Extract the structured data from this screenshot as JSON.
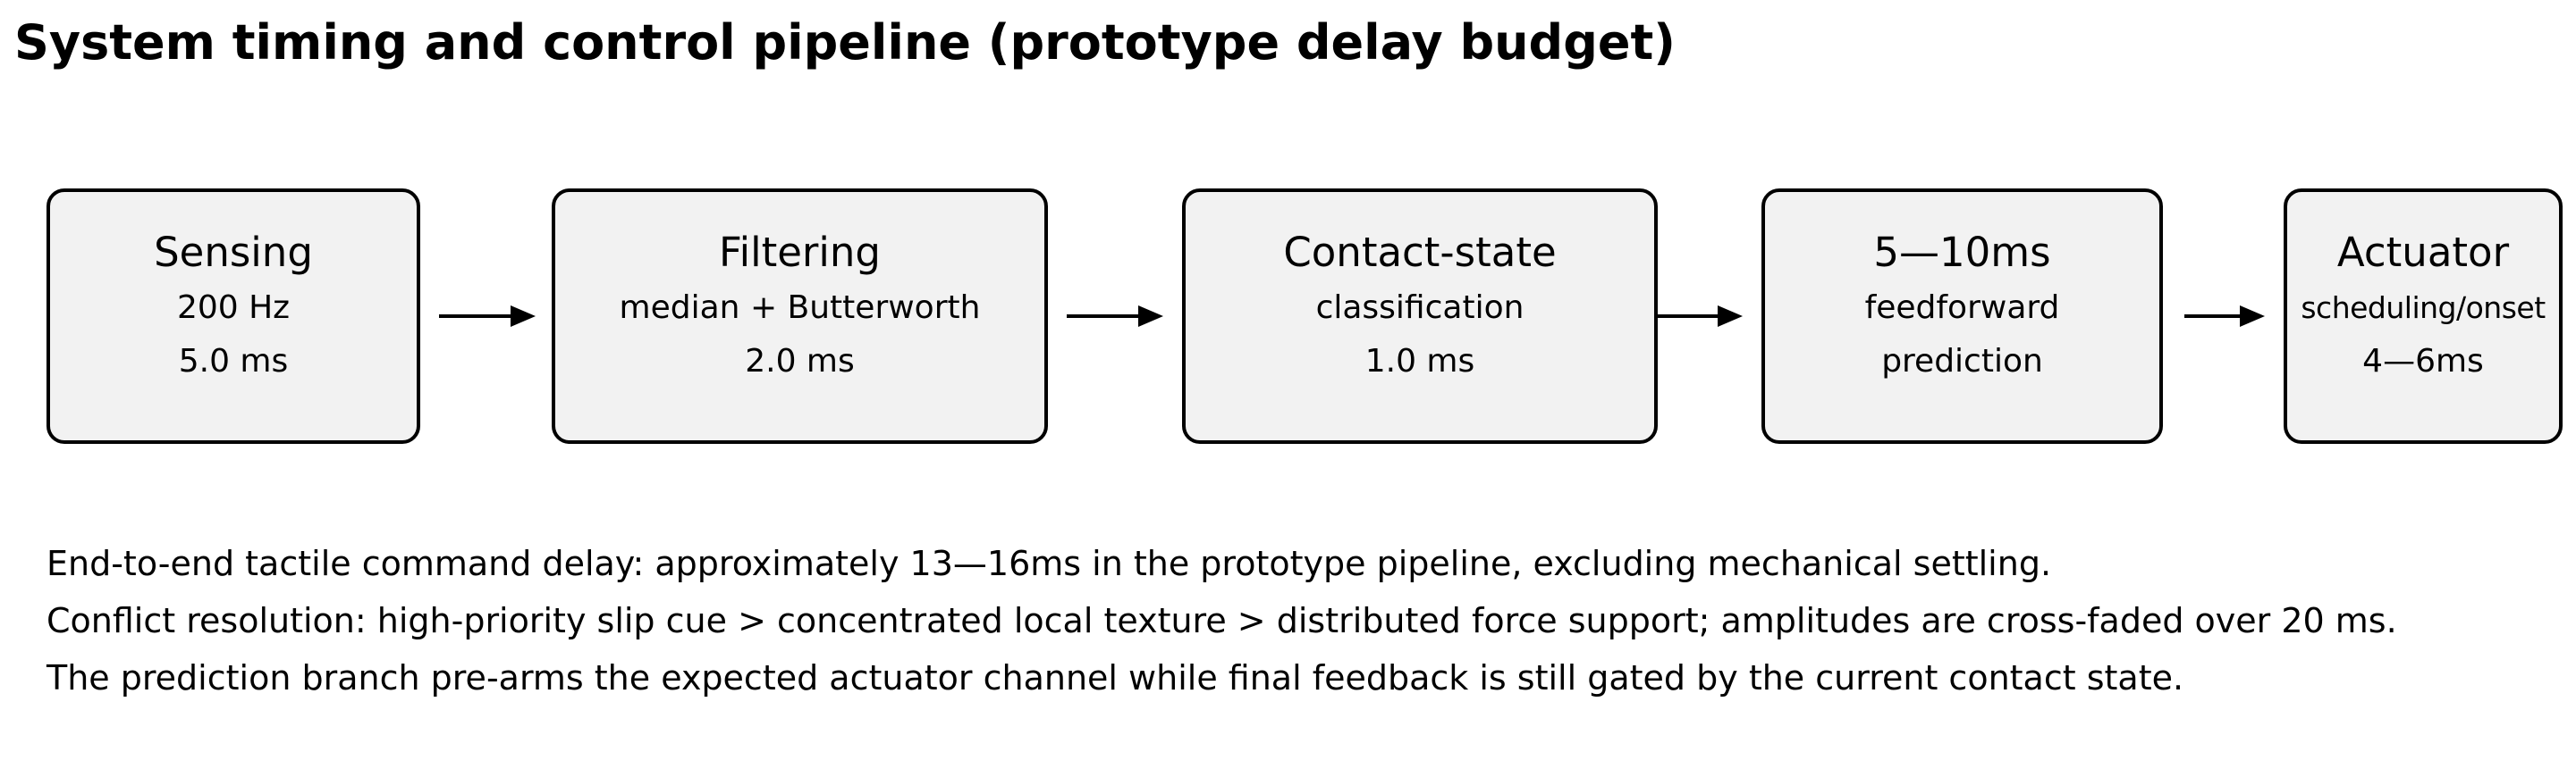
{
  "title": "System timing and control pipeline (prototype delay budget)",
  "stages": [
    {
      "name": "Sensing",
      "detail": "200 Hz",
      "timing": "5.0 ms"
    },
    {
      "name": "Filtering",
      "detail": "median + Butterworth",
      "timing": "2.0 ms"
    },
    {
      "name": "Contact-state",
      "detail": "classification",
      "timing": "1.0 ms"
    },
    {
      "name": "5—10ms",
      "detail": "feedforward",
      "timing": "prediction"
    },
    {
      "name": "Actuator",
      "detail": "scheduling/onset",
      "timing": "4—6ms"
    }
  ],
  "notes": [
    "End-to-end tactile command delay: approximately 13—16ms in the prototype pipeline, excluding mechanical settling.",
    "Conflict resolution: high-priority slip cue > concentrated local texture > distributed force support; amplitudes are cross-faded over 20 ms.",
    "The prediction branch pre-arms the expected actuator channel while final feedback is still gated by the current contact state."
  ],
  "colors": {
    "box_fill": "#f2f2f2",
    "box_border": "#000000",
    "text": "#000000",
    "background": "#ffffff"
  }
}
